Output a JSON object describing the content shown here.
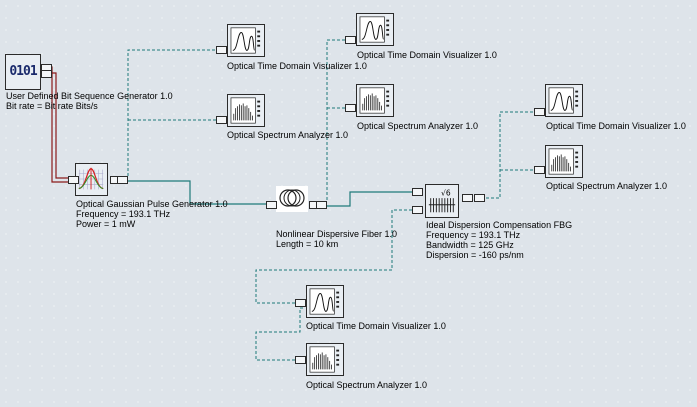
{
  "components": {
    "bit_seq_gen": {
      "display": "0101",
      "lines": [
        "User Defined Bit Sequence Generator 1.0",
        "Bit rate = Bit rate  Bits/s"
      ]
    },
    "pulse_gen": {
      "lines": [
        "Optical Gaussian Pulse Generator 1.0",
        "Frequency = 193.1  THz",
        "Power = 1  mW"
      ]
    },
    "fiber": {
      "lines": [
        "Nonlinear Dispersive Fiber 1.0",
        "Length = 10  km"
      ]
    },
    "fbg": {
      "lines": [
        "Ideal Dispersion Compensation FBG",
        "Frequency = 193.1  THz",
        "Bandwidth = 125  GHz",
        "Dispersion = -160  ps/nm"
      ]
    },
    "otdv_1": {
      "label": "Optical Time Domain Visualizer 1.0"
    },
    "osa_1": {
      "label": "Optical Spectrum Analyzer 1.0"
    },
    "otdv_2": {
      "label": "Optical Time Domain Visualizer 1.0"
    },
    "osa_2": {
      "label": "Optical Spectrum Analyzer 1.0"
    },
    "otdv_3": {
      "label": "Optical Time Domain Visualizer 1.0"
    },
    "osa_3": {
      "label": "Optical Spectrum Analyzer 1.0"
    },
    "otdv_4": {
      "label": "Optical Time Domain Visualizer 1.0"
    },
    "osa_4": {
      "label": "Optical Spectrum Analyzer 1.0"
    }
  },
  "colors": {
    "electrical_wire": "#8b1a1a",
    "optical_wire": "#1f7a7a",
    "monitor_wire": "#1f7a7a"
  }
}
